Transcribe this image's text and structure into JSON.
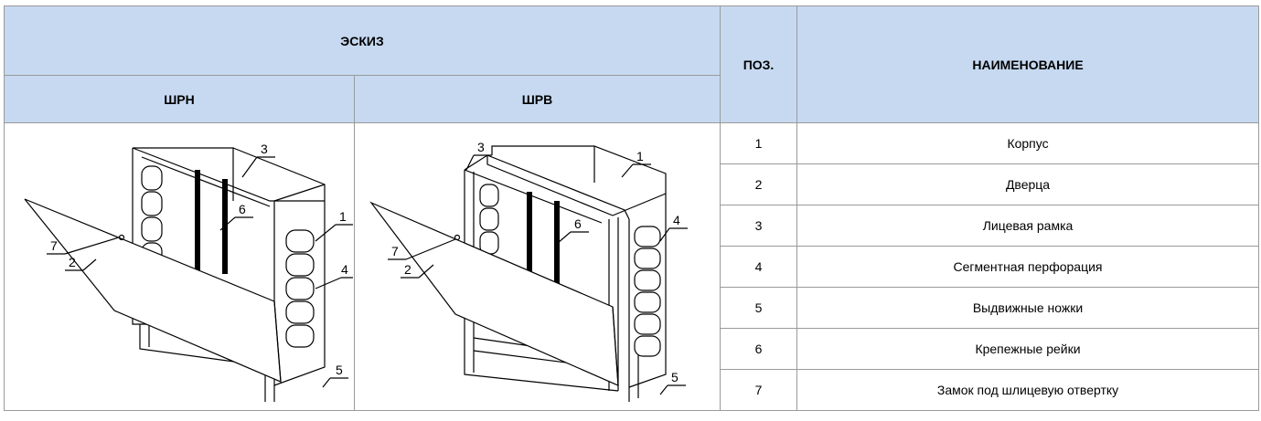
{
  "header": {
    "sketch": "ЭСКИЗ",
    "shrn": "ШРН",
    "shrv": "ШРВ",
    "pos": "ПОЗ.",
    "name": "НАИМЕНОВАНИЕ"
  },
  "rows": [
    {
      "pos": "1",
      "name": "Корпус"
    },
    {
      "pos": "2",
      "name": "Дверца"
    },
    {
      "pos": "3",
      "name": "Лицевая рамка"
    },
    {
      "pos": "4",
      "name": "Сегментная перфорация"
    },
    {
      "pos": "5",
      "name": "Выдвижные ножки"
    },
    {
      "pos": "6",
      "name": "Крепежные рейки"
    },
    {
      "pos": "7",
      "name": "Замок под шлицевую отвертку"
    }
  ],
  "sketch_labels": {
    "left": [
      "3",
      "6",
      "1",
      "7",
      "2",
      "4",
      "5"
    ],
    "right": [
      "3",
      "1",
      "6",
      "4",
      "7",
      "2",
      "5"
    ]
  },
  "colors": {
    "header_bg": "#c6d9f1",
    "border": "#9a9a9a"
  }
}
